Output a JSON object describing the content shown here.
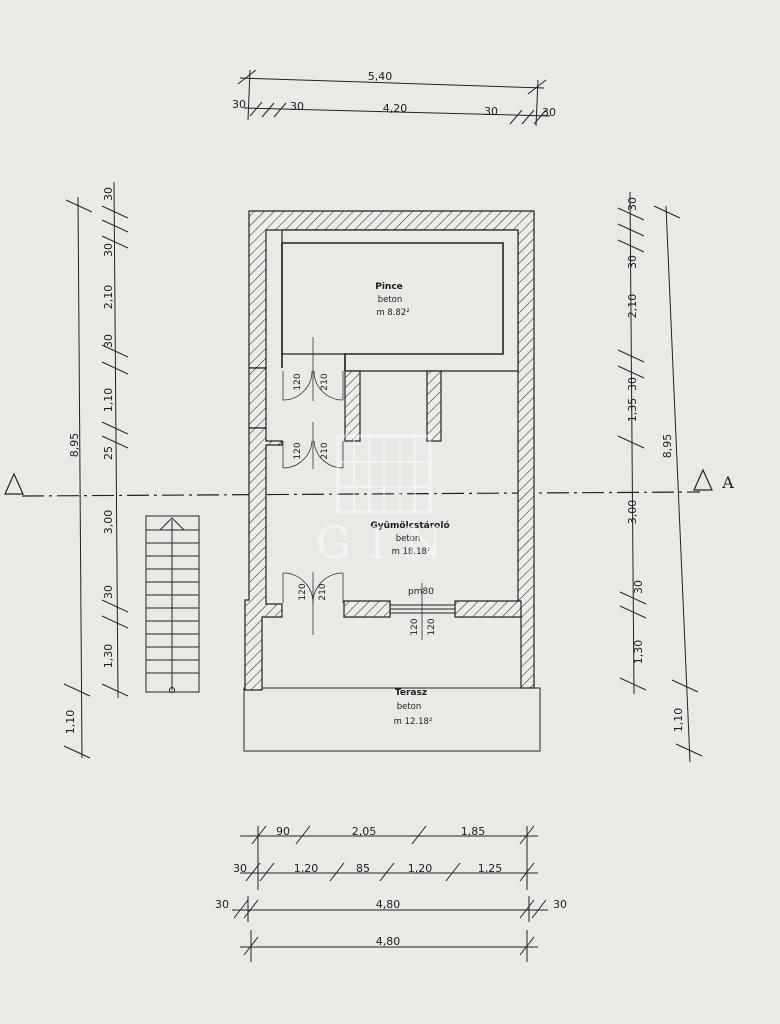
{
  "plan": {
    "top_dims": {
      "overall": "5,40",
      "wall_left_outer": "30",
      "wall_left_inner": "30",
      "interior": "4,20",
      "wall_right_inner": "30",
      "wall_right_outer": "30"
    },
    "left_dims": {
      "total": "8,95",
      "segments": [
        "30",
        "30",
        "2,10",
        "30",
        "1,10",
        "25",
        "3,00",
        "30",
        "1,30"
      ],
      "extra": "1,10"
    },
    "right_dims": {
      "total": "8,95",
      "segments": [
        "30",
        "30",
        "2,10",
        "30",
        "1,35",
        "3,00",
        "30",
        "1,30"
      ],
      "extra": "1,10"
    },
    "bottom_dims": {
      "row1": [
        "90",
        "2,05",
        "1,85"
      ],
      "row2": [
        "30",
        "1,20",
        "85",
        "1,20",
        "1,25"
      ],
      "row3_left": "30",
      "row3_mid": "4,80",
      "row3_right": "30",
      "row4": "4,80"
    },
    "rooms": {
      "pince": {
        "name": "Pince",
        "material": "beton",
        "area": "m 8.82²"
      },
      "gyumolcs": {
        "name": "Gyümölcstároló",
        "material": "beton",
        "area": "m 18.18²"
      },
      "terasz": {
        "name": "Terasz",
        "material": "beton",
        "area": "m 12.18²"
      }
    },
    "doors": {
      "width": "120",
      "height": "210",
      "window_label": "pm80"
    },
    "section_marker": "A",
    "watermark": "GIN"
  }
}
